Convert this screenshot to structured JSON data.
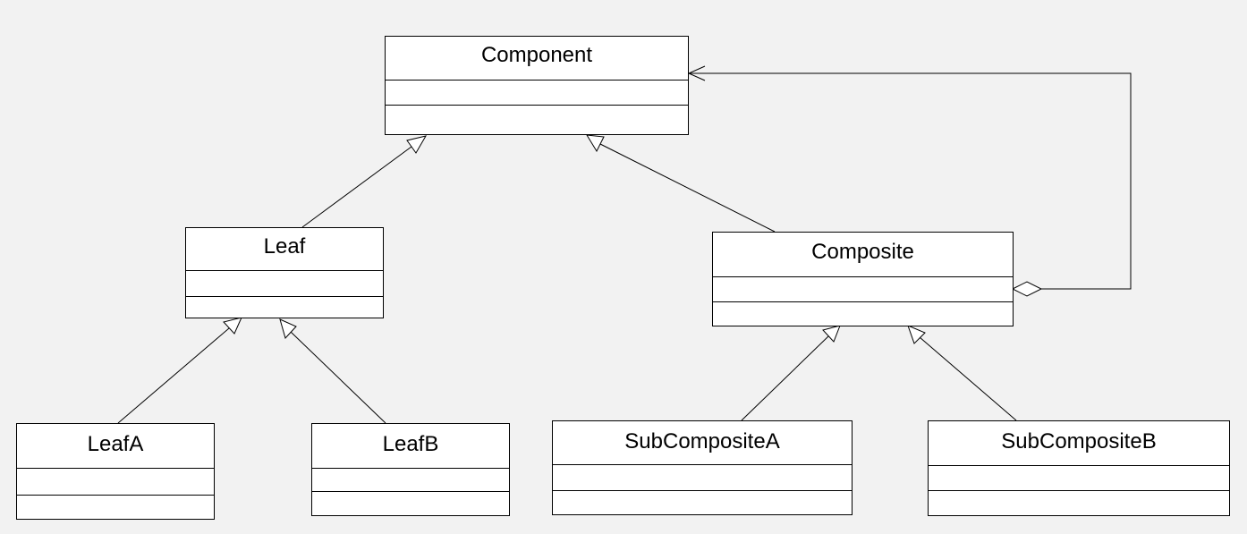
{
  "diagram": {
    "type": "uml-class-diagram",
    "background_color": "#f2f2f2",
    "line_color": "#000000",
    "classes": {
      "component": {
        "name": "Component"
      },
      "leaf": {
        "name": "Leaf"
      },
      "composite": {
        "name": "Composite"
      },
      "leaf_a": {
        "name": "LeafA"
      },
      "leaf_b": {
        "name": "LeafB"
      },
      "sub_composite_a": {
        "name": "SubCompositeA"
      },
      "sub_composite_b": {
        "name": "SubCompositeB"
      }
    },
    "relationships": [
      {
        "type": "generalization",
        "from": "Leaf",
        "to": "Component"
      },
      {
        "type": "generalization",
        "from": "Composite",
        "to": "Component"
      },
      {
        "type": "generalization",
        "from": "LeafA",
        "to": "Leaf"
      },
      {
        "type": "generalization",
        "from": "LeafB",
        "to": "Leaf"
      },
      {
        "type": "generalization",
        "from": "SubCompositeA",
        "to": "Composite"
      },
      {
        "type": "generalization",
        "from": "SubCompositeB",
        "to": "Composite"
      },
      {
        "type": "aggregation",
        "from": "Composite",
        "to": "Component"
      }
    ]
  }
}
